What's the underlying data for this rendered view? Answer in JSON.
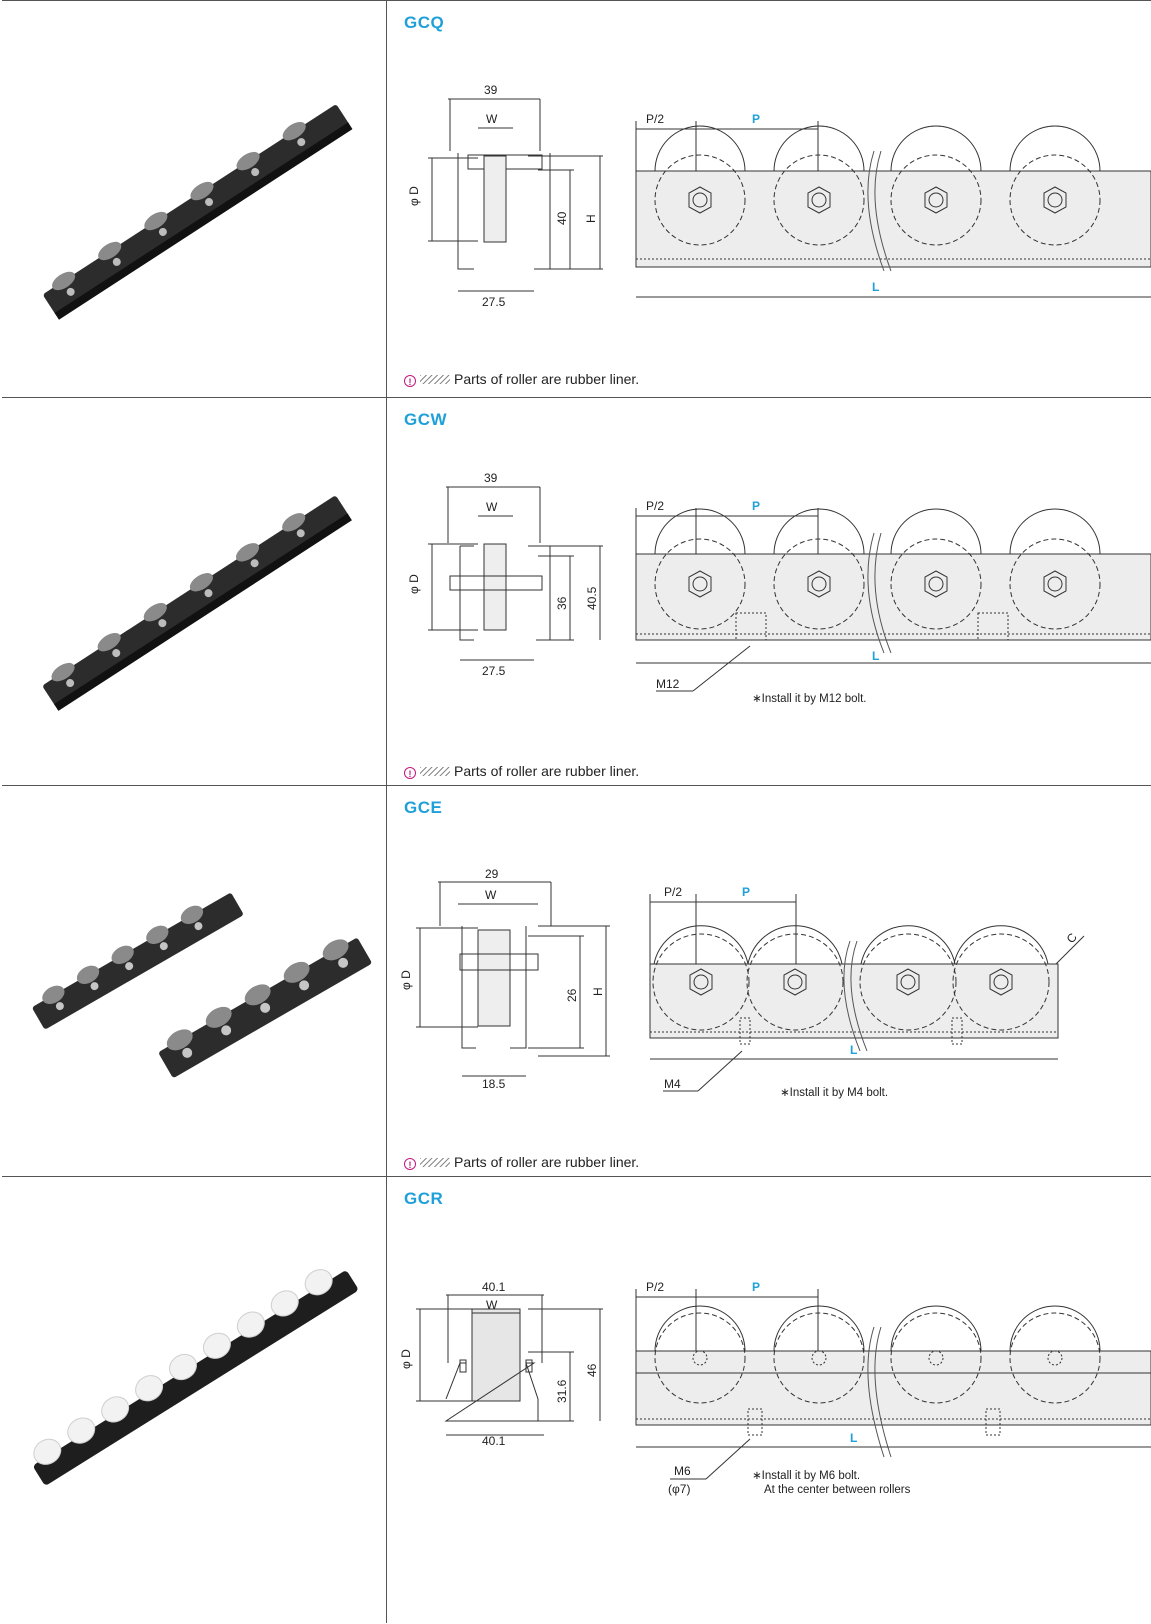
{
  "rows": [
    {
      "model": "GCQ",
      "note": "Parts of roller are rubber liner.",
      "dims": {
        "width_top": "39",
        "w": "W",
        "d": "φ D",
        "inner_h": "40",
        "h": "H",
        "base": "27.5",
        "p_half": "P/2",
        "p": "P",
        "l": "L"
      }
    },
    {
      "model": "GCW",
      "note": "Parts of roller are rubber liner.",
      "dims": {
        "width_top": "39",
        "w": "W",
        "d": "φ D",
        "inner_h": "36",
        "h": "40.5",
        "base": "27.5",
        "p_half": "P/2",
        "p": "P",
        "l": "L"
      },
      "bolt": "M12",
      "bolt_note": "∗Install it by M12 bolt."
    },
    {
      "model": "GCE",
      "note": "Parts of roller are rubber liner.",
      "dims": {
        "width_top": "29",
        "w": "W",
        "d": "φ D",
        "inner_h": "26",
        "h": "H",
        "base": "18.5",
        "p_half": "P/2",
        "p": "P",
        "l": "L",
        "c": "C"
      },
      "bolt": "M4",
      "bolt_note": "∗Install it by M4 bolt."
    },
    {
      "model": "GCR",
      "dims": {
        "width_top": "40.1",
        "w": "W",
        "d": "φ D",
        "inner_h": "31.6",
        "h": "46",
        "base": "40.1",
        "p_half": "P/2",
        "p": "P",
        "l": "L"
      },
      "bolt": "M6",
      "bolt_sub": "(φ7)",
      "bolt_note": "∗Install it by M6 bolt.",
      "bolt_note_2": "At the center between rollers"
    }
  ],
  "colors": {
    "accent": "#1fa0d8",
    "note_icon": "#c2187f",
    "border": "#555555"
  }
}
